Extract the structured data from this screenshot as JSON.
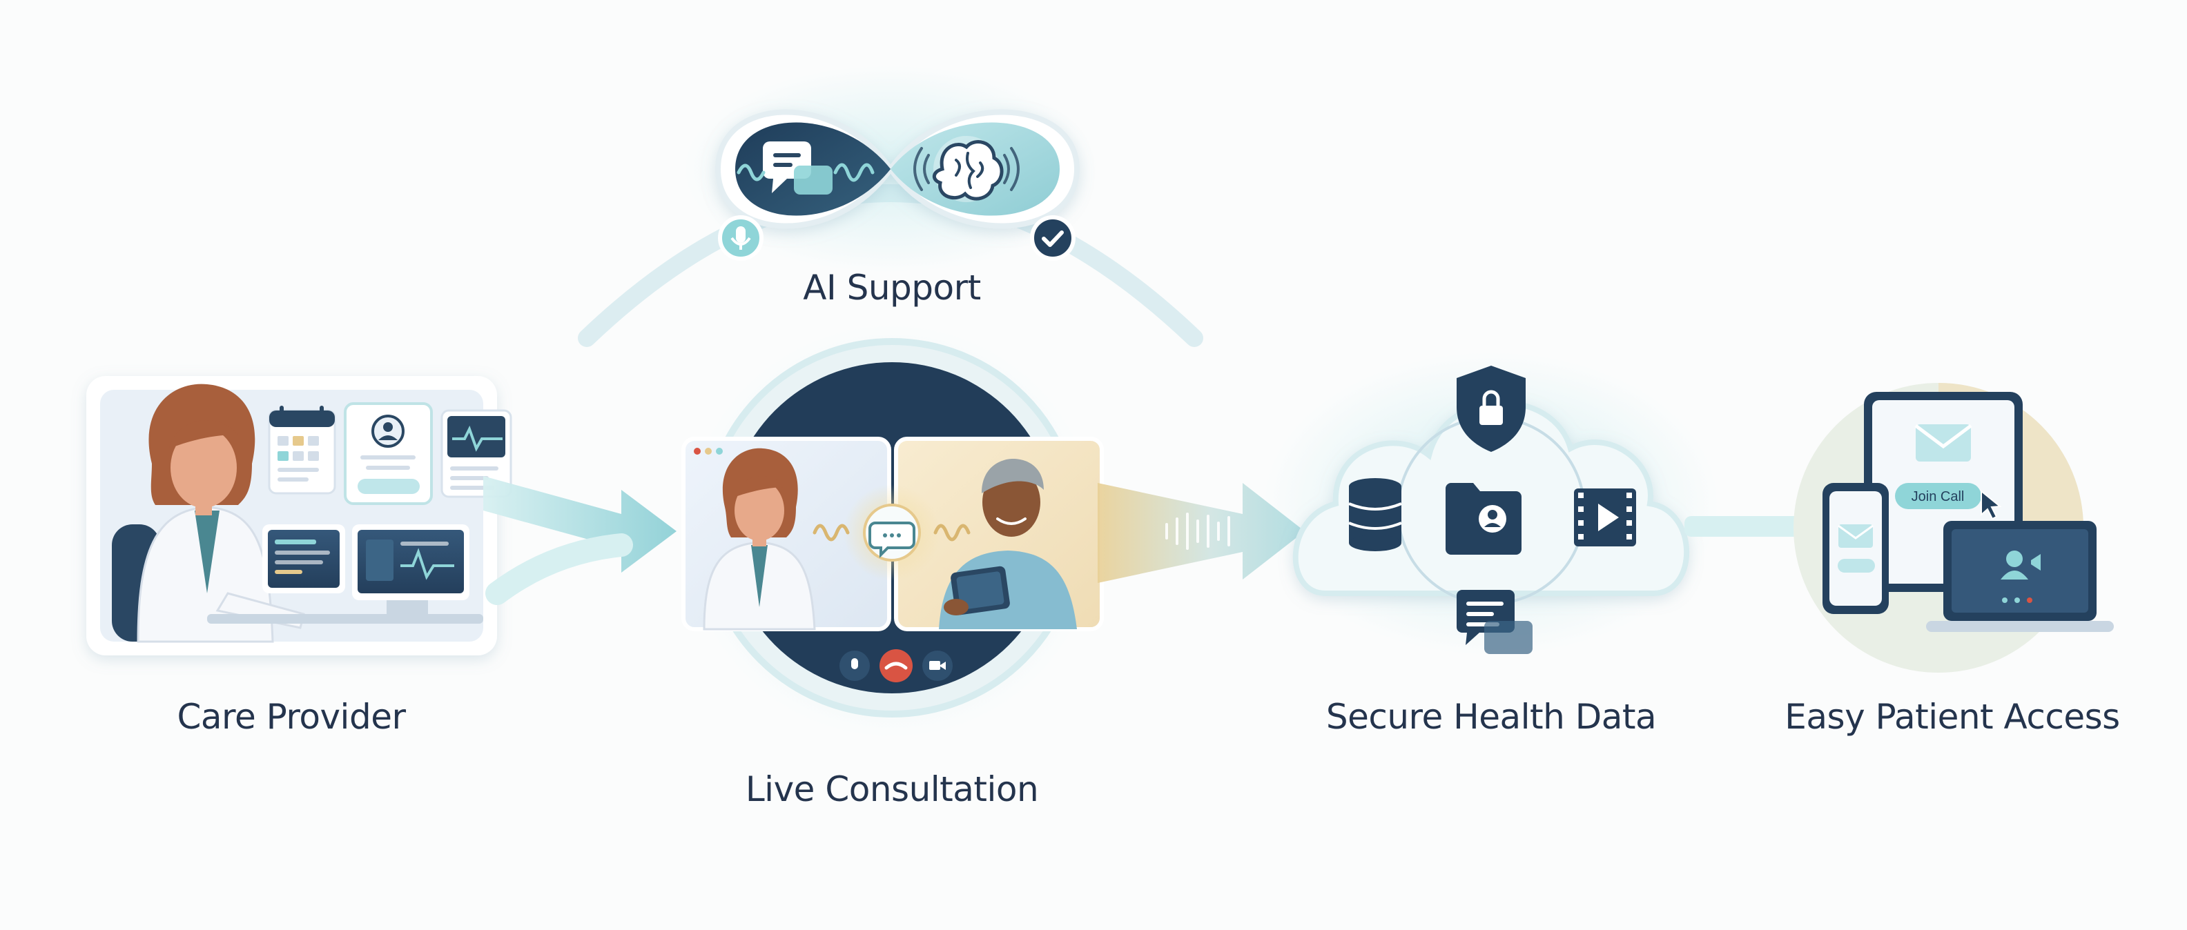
{
  "nodes": {
    "ai_support": {
      "label": "AI Support"
    },
    "care_provider": {
      "label": "Care Provider"
    },
    "live_consultation": {
      "label": "Live Consultation"
    },
    "secure_health_data": {
      "label": "Secure Health Data"
    },
    "easy_patient_access": {
      "label": "Easy Patient Access",
      "join_button": "Join Call"
    }
  },
  "colors": {
    "navy": "#2a4763",
    "deep_navy": "#1f3a55",
    "teal": "#8fd5d8",
    "light_teal": "#d6eff0",
    "sand": "#e9d7ad",
    "skin": "#e7a98a",
    "hair": "#a85f3c",
    "end_call": "#d95443"
  },
  "icons": [
    "chat-icon",
    "brain-icon",
    "microphone-icon",
    "check-icon",
    "shield-lock-icon",
    "database-icon",
    "folder-user-icon",
    "video-icon",
    "chat-bubble-icon",
    "envelope-icon",
    "cursor-icon",
    "camera-icon",
    "phone-icon",
    "calendar-icon",
    "user-card-icon",
    "heartbeat-icon"
  ]
}
